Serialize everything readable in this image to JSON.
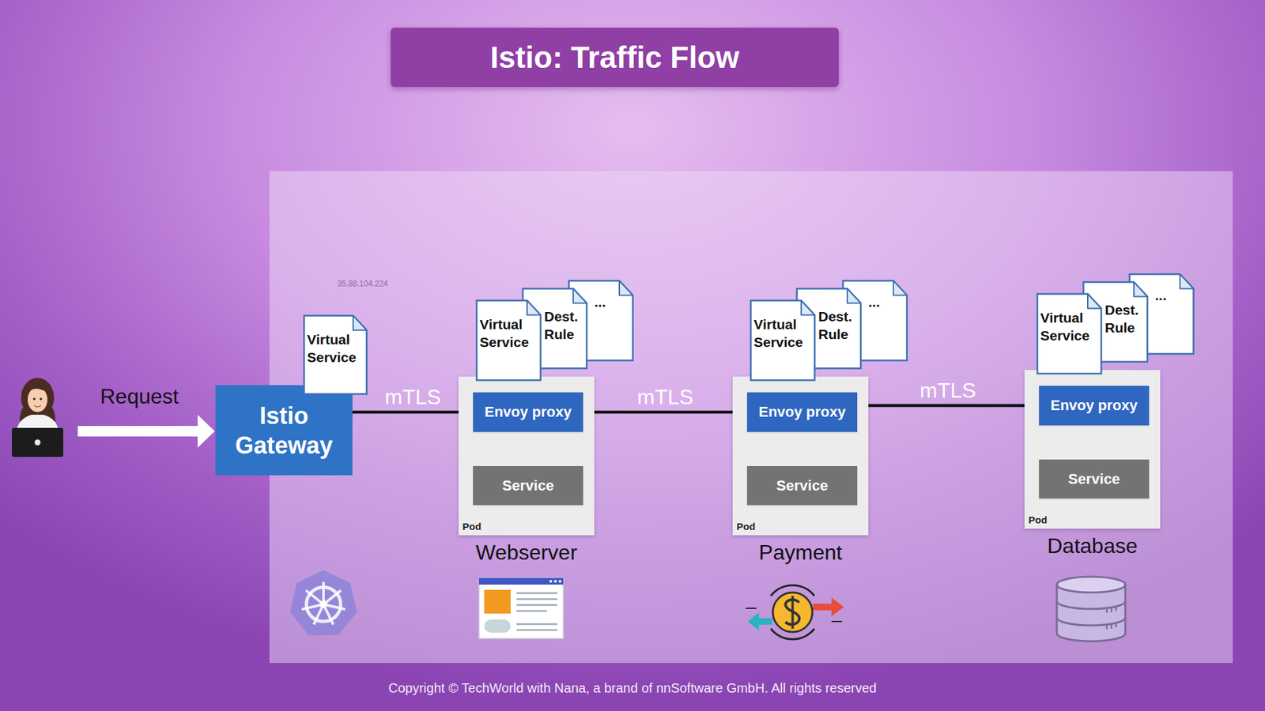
{
  "diagram": {
    "title": "Istio: Traffic Flow",
    "caption": "Copyright © TechWorld with Nana, a brand of nnSoftware GmbH. All rights reserved",
    "nodes": [
      {
        "text": [
          "Istio Gateway"
        ]
      },
      {
        "text": [
          "Virtual Service"
        ]
      },
      {
        "text": [
          "Pod",
          "Webserver"
        ]
      },
      {
        "text": [
          "Envoy proxy"
        ],
        "in": 2
      },
      {
        "text": [
          "Service"
        ],
        "in": 2
      },
      {
        "text": [
          "Virtual Service"
        ]
      },
      {
        "text": [
          "Dest. Rule"
        ]
      },
      {
        "text": [
          "..."
        ]
      },
      {
        "text": [
          "Pod",
          "Payment"
        ]
      },
      {
        "text": [
          "Envoy proxy"
        ],
        "in": 8
      },
      {
        "text": [
          "Service"
        ],
        "in": 8
      },
      {
        "text": [
          "Virtual Service"
        ]
      },
      {
        "text": [
          "Dest. Rule"
        ]
      },
      {
        "text": [
          "..."
        ]
      },
      {
        "text": [
          "Pod",
          "Database"
        ]
      },
      {
        "text": [
          "Envoy proxy"
        ],
        "in": 14
      },
      {
        "text": [
          "Service"
        ],
        "in": 14
      },
      {
        "text": [
          "Virtual Service"
        ]
      },
      {
        "text": [
          "Dest. Rule"
        ]
      },
      {
        "text": [
          "..."
        ]
      }
    ],
    "edges": [
      {
        "from": 0,
        "to": 3,
        "arrow": "to",
        "label": "mTLS"
      },
      {
        "from": 4,
        "to": 3,
        "arrow": "to"
      },
      {
        "from": 3,
        "to": 9,
        "arrow": "to",
        "label": "mTLS"
      },
      {
        "from": 10,
        "to": 9,
        "arrow": "to"
      },
      {
        "from": 9,
        "to": 15,
        "arrow": "to",
        "label": "mTLS"
      },
      {
        "from": 15,
        "to": 16,
        "arrow": "to"
      }
    ],
    "labels": [
      "Request",
      "35.88.104.224"
    ]
  }
}
